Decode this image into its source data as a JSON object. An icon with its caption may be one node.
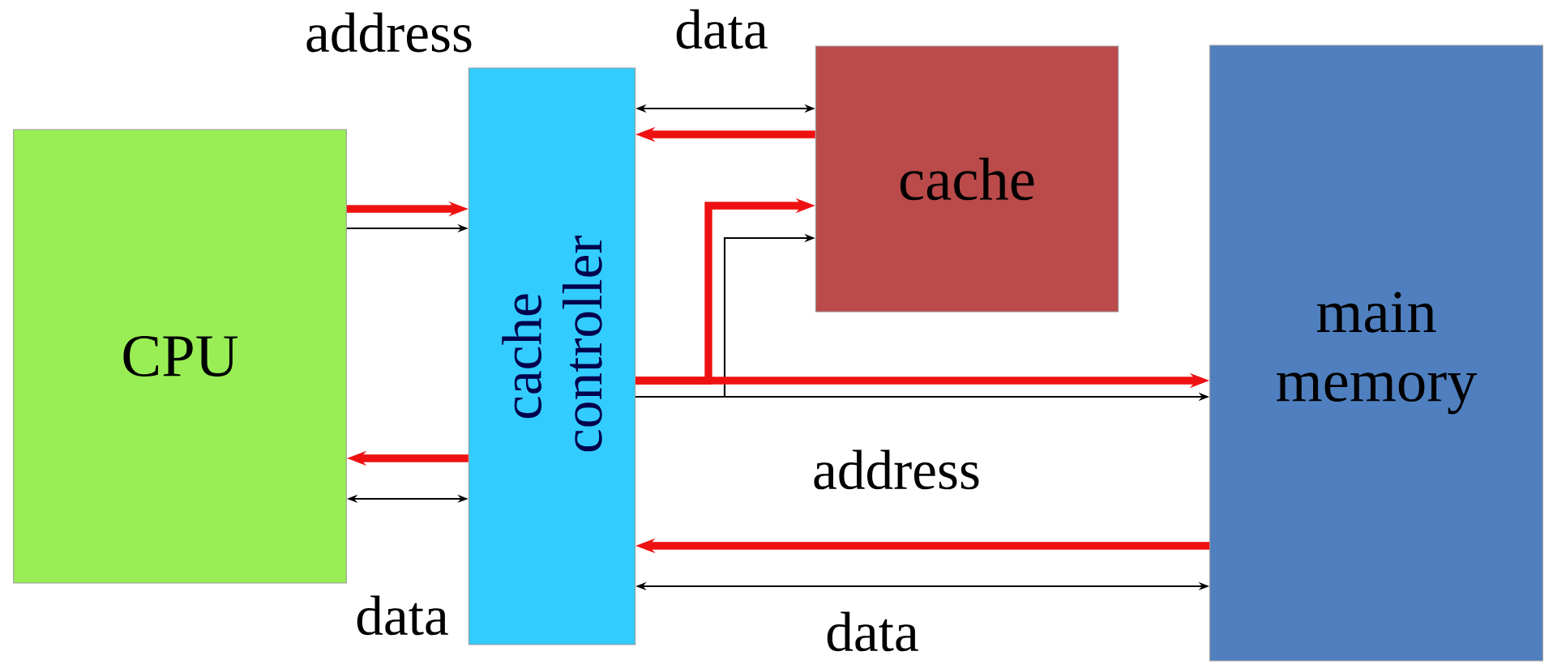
{
  "diagram": {
    "nodes": [
      {
        "text": [
          "CPU"
        ]
      },
      {
        "text": [
          "cache controller"
        ]
      },
      {
        "text": [
          "cache"
        ]
      },
      {
        "text": [
          "main memory"
        ]
      }
    ],
    "edges": [
      {
        "from": 0,
        "to": 1,
        "arrow": "to",
        "style": "thick",
        "color": "#ee1111"
      },
      {
        "from": 0,
        "to": 1,
        "arrow": "to",
        "color": "#000000"
      },
      {
        "from": 1,
        "to": 0,
        "arrow": "to",
        "style": "thick",
        "color": "#ee1111"
      },
      {
        "from": 0,
        "to": 1,
        "arrow": "both",
        "color": "#000000"
      },
      {
        "from": 2,
        "to": 1,
        "arrow": "to",
        "style": "thick",
        "color": "#ee1111"
      },
      {
        "from": 1,
        "to": 2,
        "arrow": "both",
        "color": "#000000"
      },
      {
        "from": 1,
        "to": 2,
        "arrow": "to",
        "style": "thick",
        "color": "#ee1111"
      },
      {
        "from": 1,
        "to": 2,
        "arrow": "to",
        "color": "#000000"
      },
      {
        "from": 1,
        "to": 3,
        "arrow": "to",
        "style": "thick",
        "color": "#ee1111"
      },
      {
        "from": 1,
        "to": 3,
        "arrow": "to",
        "color": "#000000"
      },
      {
        "from": 3,
        "to": 1,
        "arrow": "to",
        "style": "thick",
        "color": "#ee1111"
      },
      {
        "from": 1,
        "to": 3,
        "arrow": "both",
        "color": "#000000"
      }
    ],
    "labels": [
      "address",
      "data",
      "address",
      "data",
      "data"
    ]
  }
}
